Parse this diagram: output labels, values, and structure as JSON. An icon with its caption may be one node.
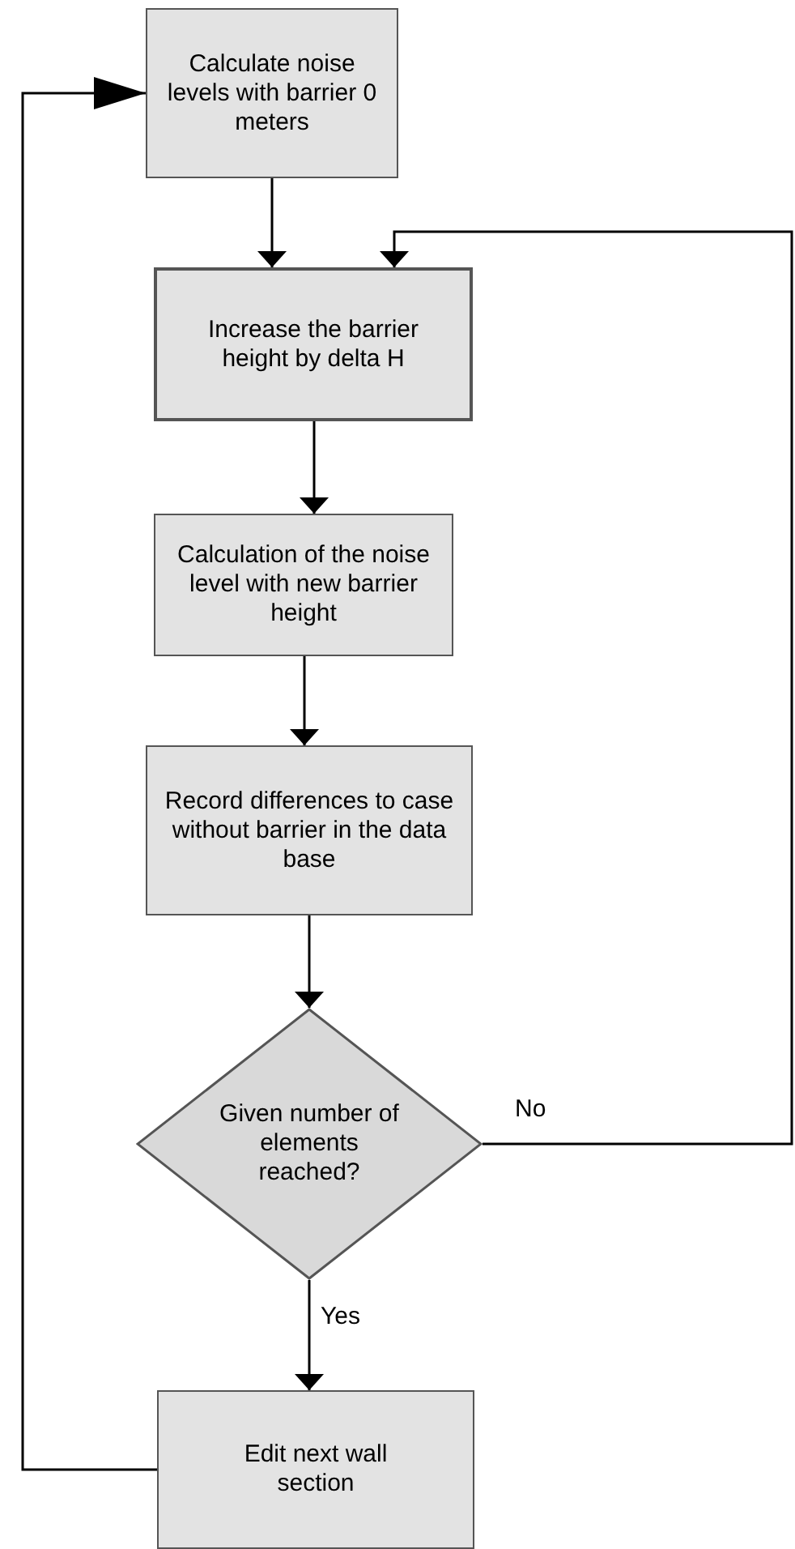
{
  "diagram": {
    "nodes": [
      {
        "text": [
          "Calculate noise levels with barrier 0 meters"
        ]
      },
      {
        "text": [
          "Increase the barrier height by delta H"
        ]
      },
      {
        "text": [
          "Calculation of the noise level with new barrier height"
        ]
      },
      {
        "text": [
          "Record differences to case without barrier in the data base"
        ]
      },
      {
        "text": [
          "Given number of elements reached?"
        ]
      },
      {
        "text": [
          "Edit next wall section"
        ]
      }
    ],
    "edges": [
      {
        "from": 0,
        "to": 1,
        "arrow": "to"
      },
      {
        "from": 1,
        "to": 2,
        "arrow": "to"
      },
      {
        "from": 2,
        "to": 3,
        "arrow": "to"
      },
      {
        "from": 3,
        "to": 4,
        "arrow": "to"
      },
      {
        "from": 4,
        "to": 5,
        "arrow": "to",
        "label": "Yes"
      },
      {
        "from": 4,
        "to": 1,
        "arrow": "to",
        "label": "No"
      },
      {
        "from": 5,
        "to": 0,
        "arrow": "to"
      }
    ]
  }
}
